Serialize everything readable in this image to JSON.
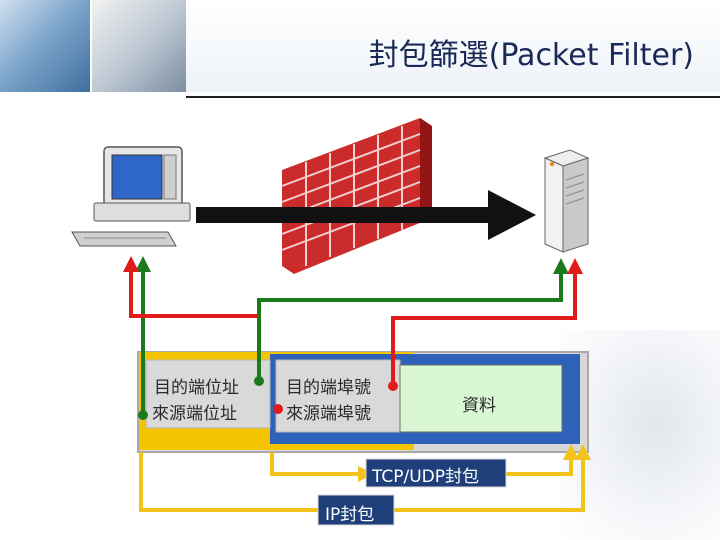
{
  "title": "封包篩選(Packet Filter)",
  "packet": {
    "ip_dest": "目的端位址",
    "ip_src": "來源端位址",
    "port_dest": "目的端埠號",
    "port_src": "來源端埠號",
    "data": "資料"
  },
  "labels": {
    "tcp_udp": "TCP/UDP封包",
    "ip": "IP封包"
  },
  "colors": {
    "green_line": "#1b7a1b",
    "red_line": "#e01b1b",
    "yellow_line": "#f2c31b",
    "ip_layer": "#f5c400",
    "tcp_layer": "#2e62b8",
    "data_box": "#d9f7d2",
    "title": "#1a2a57"
  },
  "icons": [
    "client-computer-icon",
    "firewall-wall-icon",
    "server-icon",
    "arrow-icon"
  ]
}
